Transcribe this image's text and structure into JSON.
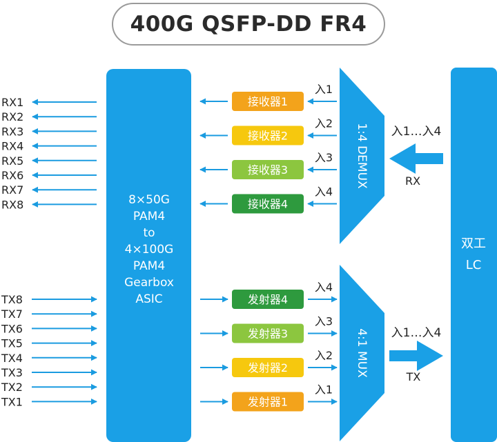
{
  "title": "400G QSFP-DD FR4",
  "asic": {
    "lines": [
      "8×50G",
      "PAM4",
      "to",
      "4×100G",
      "PAM4",
      "Gearbox",
      "ASIC"
    ]
  },
  "demux": {
    "label": "1:4 DEMUX"
  },
  "mux": {
    "label": "4:1 MUX"
  },
  "duplex_lc": {
    "lines": [
      "双工",
      "LC"
    ]
  },
  "rx_side": {
    "lambda_label": "入1…入4",
    "name": "RX"
  },
  "tx_side": {
    "lambda_label": "入1…入4",
    "name": "TX"
  },
  "rx_ports": [
    "RX1",
    "RX2",
    "RX3",
    "RX4",
    "RX5",
    "RX6",
    "RX7",
    "RX8"
  ],
  "tx_ports": [
    "TX8",
    "TX7",
    "TX6",
    "TX5",
    "TX4",
    "TX3",
    "TX2",
    "TX1"
  ],
  "receivers": [
    {
      "label": "接收器1",
      "lambda": "入1",
      "color": "#f3a31b"
    },
    {
      "label": "接收器2",
      "lambda": "入2",
      "color": "#f6c80e"
    },
    {
      "label": "接收器3",
      "lambda": "入3",
      "color": "#8cc63f"
    },
    {
      "label": "接收器4",
      "lambda": "入4",
      "color": "#2e9a3e"
    }
  ],
  "transmitters": [
    {
      "label": "发射器4",
      "lambda": "入4",
      "color": "#2e9a3e"
    },
    {
      "label": "发射器3",
      "lambda": "入3",
      "color": "#8cc63f"
    },
    {
      "label": "发射器2",
      "lambda": "入2",
      "color": "#f6c80e"
    },
    {
      "label": "发射器1",
      "lambda": "入1",
      "color": "#f3a31b"
    }
  ],
  "colors": {
    "blue": "#1aa0e6",
    "line": "#1a9be0",
    "text": "#222222"
  }
}
